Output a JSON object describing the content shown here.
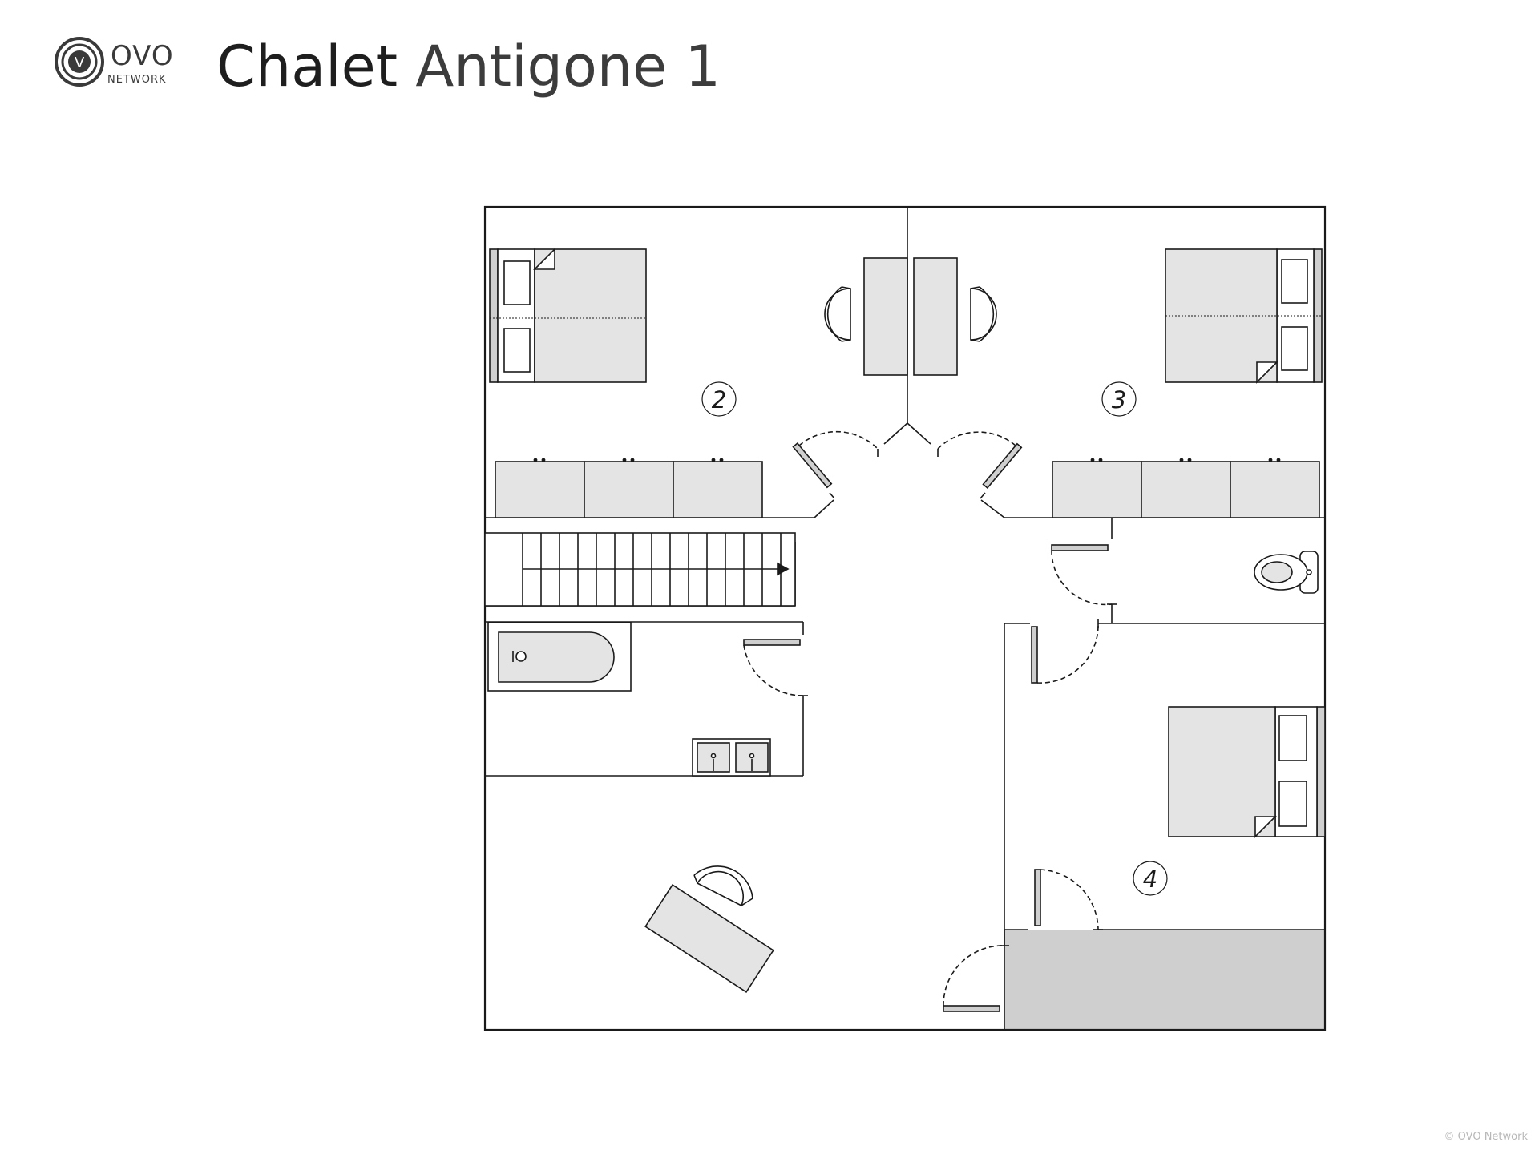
{
  "brand": {
    "logo_word": "OVO",
    "logo_subword": "NETWORK",
    "logo_letter": "V"
  },
  "title": {
    "part1": "Chalet",
    "part2": "Antigone 1"
  },
  "rooms": {
    "room2_label": "2",
    "room3_label": "3",
    "room4_label": "4"
  },
  "footer": {
    "copyright": "© OVO Network"
  },
  "colors": {
    "wall": "#1a1a1a",
    "furniture_fill": "#e4e4e4",
    "shaded_area": "#cfcfcf"
  }
}
